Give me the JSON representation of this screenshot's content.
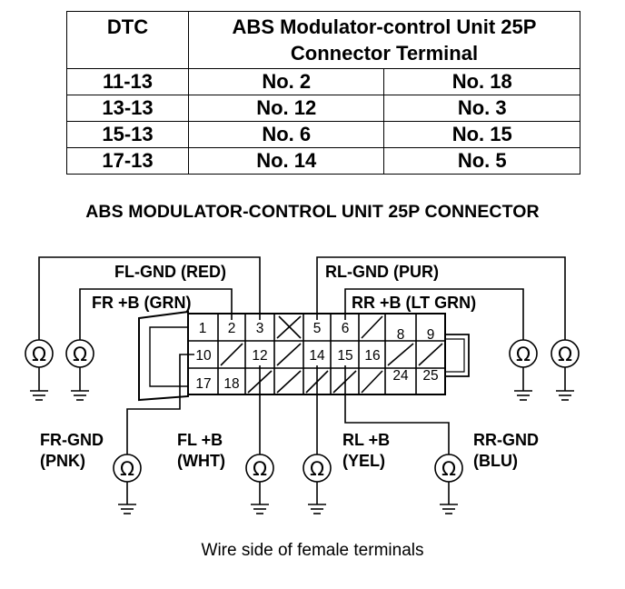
{
  "table": {
    "headers": {
      "dtc": "DTC",
      "terminal_line1": "ABS Modulator-control Unit 25P",
      "terminal_line2": "Connector Terminal"
    },
    "rows": [
      {
        "dtc": "11-13",
        "a": "No. 2",
        "b": "No. 18"
      },
      {
        "dtc": "13-13",
        "a": "No. 12",
        "b": "No. 3"
      },
      {
        "dtc": "15-13",
        "a": "No. 6",
        "b": "No. 15"
      },
      {
        "dtc": "17-13",
        "a": "No. 14",
        "b": "No. 5"
      }
    ]
  },
  "diagram": {
    "title": "ABS MODULATOR-CONTROL UNIT 25P CONNECTOR",
    "caption": "Wire side of female terminals",
    "ohm_symbol": "Ω",
    "labels": {
      "fl_gnd": "FL-GND (RED)",
      "fr_b": "FR +B (GRN)",
      "rl_gnd": "RL-GND (PUR)",
      "rr_b": "RR +B (LT GRN)",
      "fr_gnd_1": "FR-GND",
      "fr_gnd_2": "(PNK)",
      "fl_b_1": "FL +B",
      "fl_b_2": "(WHT)",
      "rl_b_1": "RL +B",
      "rl_b_2": "(YEL)",
      "rr_gnd_1": "RR-GND",
      "rr_gnd_2": "(BLU)"
    },
    "pins": {
      "p1": "1",
      "p2": "2",
      "p3": "3",
      "p5": "5",
      "p6": "6",
      "p8": "8",
      "p9": "9",
      "p10": "10",
      "p12": "12",
      "p14": "14",
      "p15": "15",
      "p16": "16",
      "p17": "17",
      "p18": "18",
      "p24": "24",
      "p25": "25"
    }
  }
}
